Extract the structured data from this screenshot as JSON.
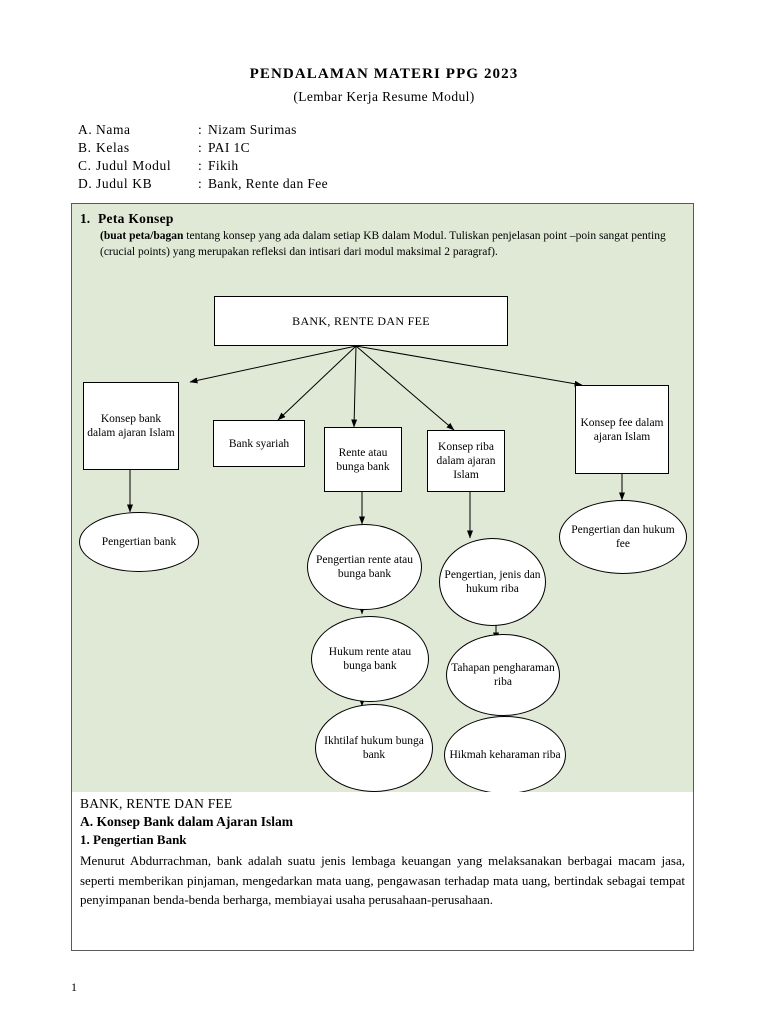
{
  "header": {
    "title": "PENDALAMAN MATERI PPG 2023",
    "subtitle": "(Lembar Kerja Resume Modul)"
  },
  "meta": [
    {
      "key": "A.",
      "label": "Nama",
      "colon": ":",
      "value": "Nizam Surimas"
    },
    {
      "key": "B.",
      "label": "Kelas",
      "colon": ":",
      "value": "PAI 1C"
    },
    {
      "key": "C.",
      "label": "Judul Modul",
      "colon": ":",
      "value": "Fikih"
    },
    {
      "key": "D.",
      "label": "Judul KB",
      "colon": ":",
      "value": "Bank, Rente dan Fee"
    }
  ],
  "section1": {
    "number": "1.",
    "title": "Peta Konsep",
    "instruction_bold": "(buat peta/bagan",
    "instruction_rest": " tentang konsep yang ada dalam setiap KB dalam Modul. Tuliskan penjelasan point –poin sangat penting (crucial points) yang merupakan refleksi dan intisari dari modul maksimal 2 paragraf)."
  },
  "diagram": {
    "root": "BANK, RENTE DAN FEE",
    "boxes": [
      {
        "id": "konsep-bank",
        "text": "Konsep bank dalam ajaran Islam"
      },
      {
        "id": "bank-syariah",
        "text": "Bank syariah"
      },
      {
        "id": "rente",
        "text": "Rente atau bunga bank"
      },
      {
        "id": "konsep-riba",
        "text": "Konsep riba dalam ajaran Islam"
      },
      {
        "id": "konsep-fee",
        "text": "Konsep fee dalam ajaran Islam"
      }
    ],
    "ellipses": [
      {
        "id": "pengertian-bank",
        "text": "Pengertian bank"
      },
      {
        "id": "pengertian-rente",
        "text": "Pengertian rente atau bunga bank"
      },
      {
        "id": "hukum-rente",
        "text": "Hukum rente atau bunga bank"
      },
      {
        "id": "ikhtilaf",
        "text": "Ikhtilaf hukum bunga bank"
      },
      {
        "id": "pengertian-riba",
        "text": "Pengertian, jenis dan hukum riba"
      },
      {
        "id": "tahapan-riba",
        "text": "Tahapan pengharaman riba"
      },
      {
        "id": "hikmah-riba",
        "text": "Hikmah keharaman riba"
      },
      {
        "id": "pengertian-fee",
        "text": "Pengertian dan hukum fee"
      }
    ]
  },
  "section2": {
    "heading": "BANK, RENTE DAN FEE",
    "sub_a": "A. Konsep Bank dalam Ajaran Islam",
    "sub_1": "1. Pengertian Bank",
    "paragraph": "Menurut Abdurrachman, bank adalah suatu jenis lembaga keuangan yang melaksanakan berbagai macam jasa, seperti memberikan pinjaman, mengedarkan mata uang, pengawasan terhadap mata uang, bertindak sebagai tempat penyimpanan benda-benda berharga, membiayai usaha perusahaan-perusahaan."
  },
  "footer": {
    "page_number": "1"
  }
}
